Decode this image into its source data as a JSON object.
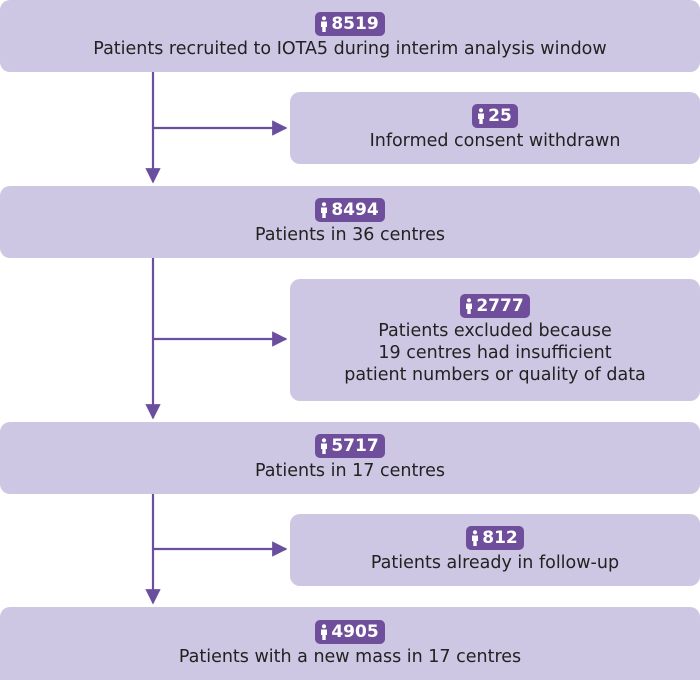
{
  "flow": [
    {
      "count": "8519",
      "label": "Patients recruited to IOTA5 during interim analysis window"
    },
    {
      "count": "8494",
      "label": "Patients in 36 centres"
    },
    {
      "count": "5717",
      "label": "Patients in 17 centres"
    },
    {
      "count": "4905",
      "label": "Patients with a new mass in 17 centres"
    }
  ],
  "exclusions": [
    {
      "count": "25",
      "label": "Informed consent withdrawn"
    },
    {
      "count": "2777",
      "label": "Patients excluded because\n19 centres had insufficient\npatient numbers or quality of data"
    },
    {
      "count": "812",
      "label": "Patients already in follow-up"
    }
  ],
  "colors": {
    "box": "#cdc7e3",
    "badge": "#6f4f9c",
    "arrow": "#6b4f9f"
  },
  "icon": "person-icon"
}
